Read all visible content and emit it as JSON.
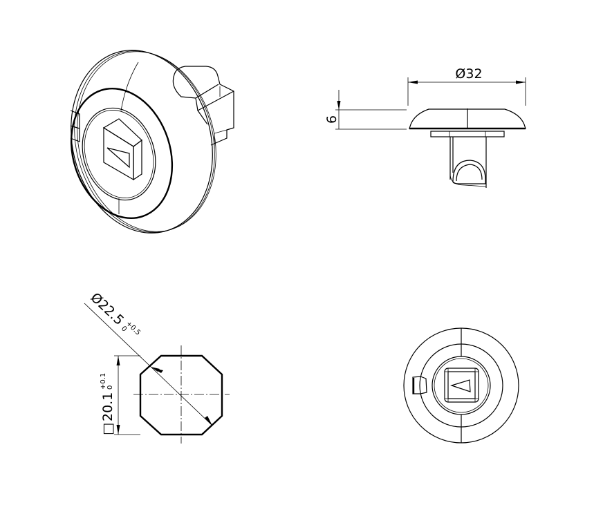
{
  "drawing": {
    "side_view": {
      "diameter_label": "Ø32",
      "height_label": "6"
    },
    "section_view": {
      "diameter_label": "Ø22.5",
      "diameter_tol_upper": "+0.5",
      "diameter_tol_lower": "0",
      "square_symbol": "□",
      "square_label": "20.1",
      "square_tol_upper": "+0.1",
      "square_tol_lower": "0"
    },
    "colors": {
      "line": "#000000",
      "background": "#ffffff"
    }
  }
}
